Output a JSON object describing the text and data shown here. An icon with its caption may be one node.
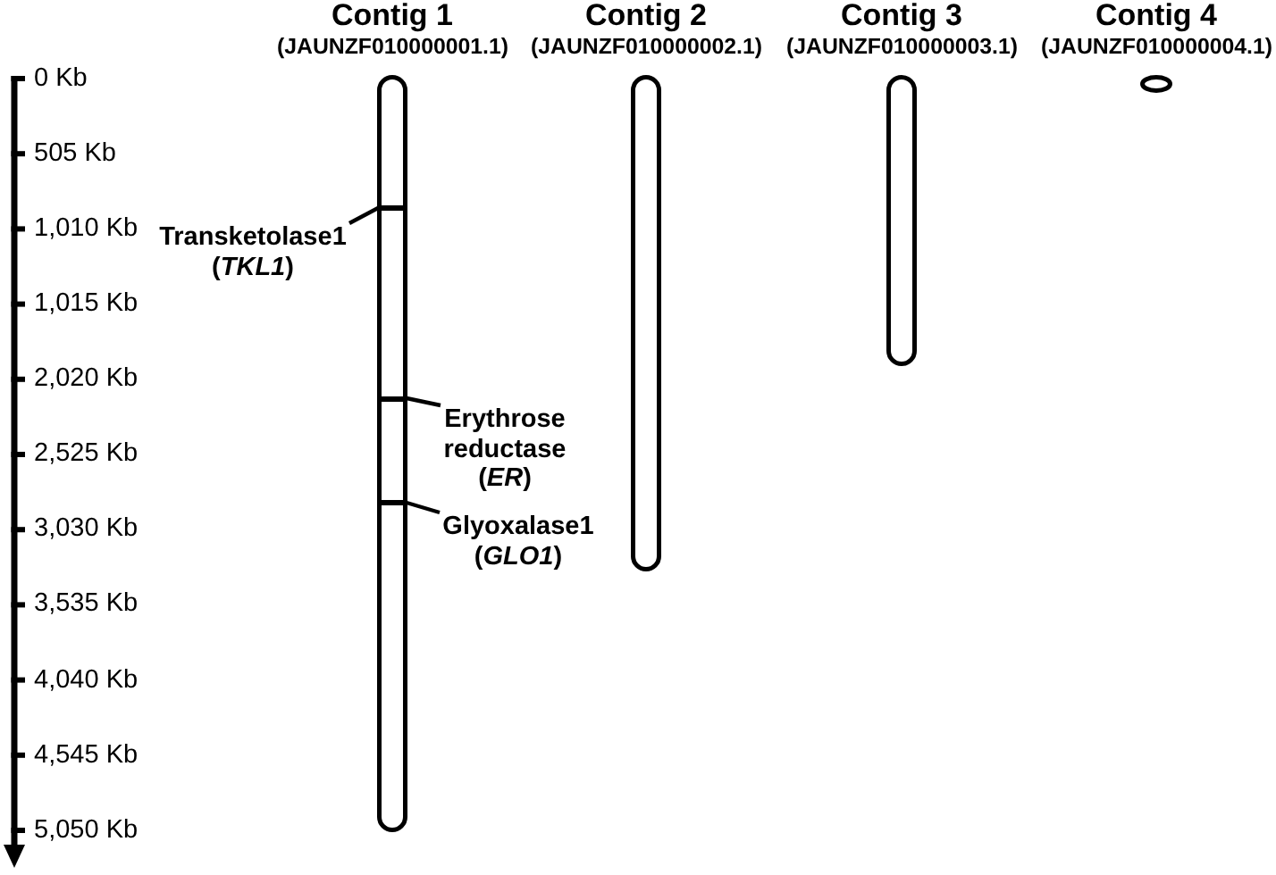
{
  "diagram": {
    "nodes": [
      {
        "text": [
          "Contig 1",
          "(JAUNZF010000001.1)"
        ]
      },
      {
        "text": [
          "Contig 2",
          "(JAUNZF010000002.1)"
        ]
      },
      {
        "text": [
          "Contig 3",
          "(JAUNZF010000003.1)"
        ]
      },
      {
        "text": [
          "Contig 4",
          "(JAUNZF010000004.1)"
        ]
      },
      {
        "text": [
          "Transketolase1 (*TKL1*)"
        ]
      },
      {
        "text": [],
        "shape": "bar",
        "in": 0
      },
      {
        "text": [
          "Erythrose reductase (*ER*)"
        ]
      },
      {
        "text": [],
        "shape": "bar",
        "in": 0
      },
      {
        "text": [
          "Glyoxalase1 (*GLO1*)"
        ]
      },
      {
        "text": [],
        "shape": "bar",
        "in": 0
      }
    ],
    "edges": [
      {
        "from": 4,
        "to": 5,
        "arrow": "none"
      },
      {
        "from": 6,
        "to": 7,
        "arrow": "none"
      },
      {
        "from": 8,
        "to": 9,
        "arrow": "none"
      }
    ],
    "labels": [
      "0 Kb",
      "505 Kb",
      "1,010 Kb",
      "1,015 Kb",
      "2,020 Kb",
      "2,525 Kb",
      "3,030 Kb",
      "3,535 Kb",
      "4,040 Kb",
      "4,545 Kb",
      "5,050 Kb"
    ]
  }
}
